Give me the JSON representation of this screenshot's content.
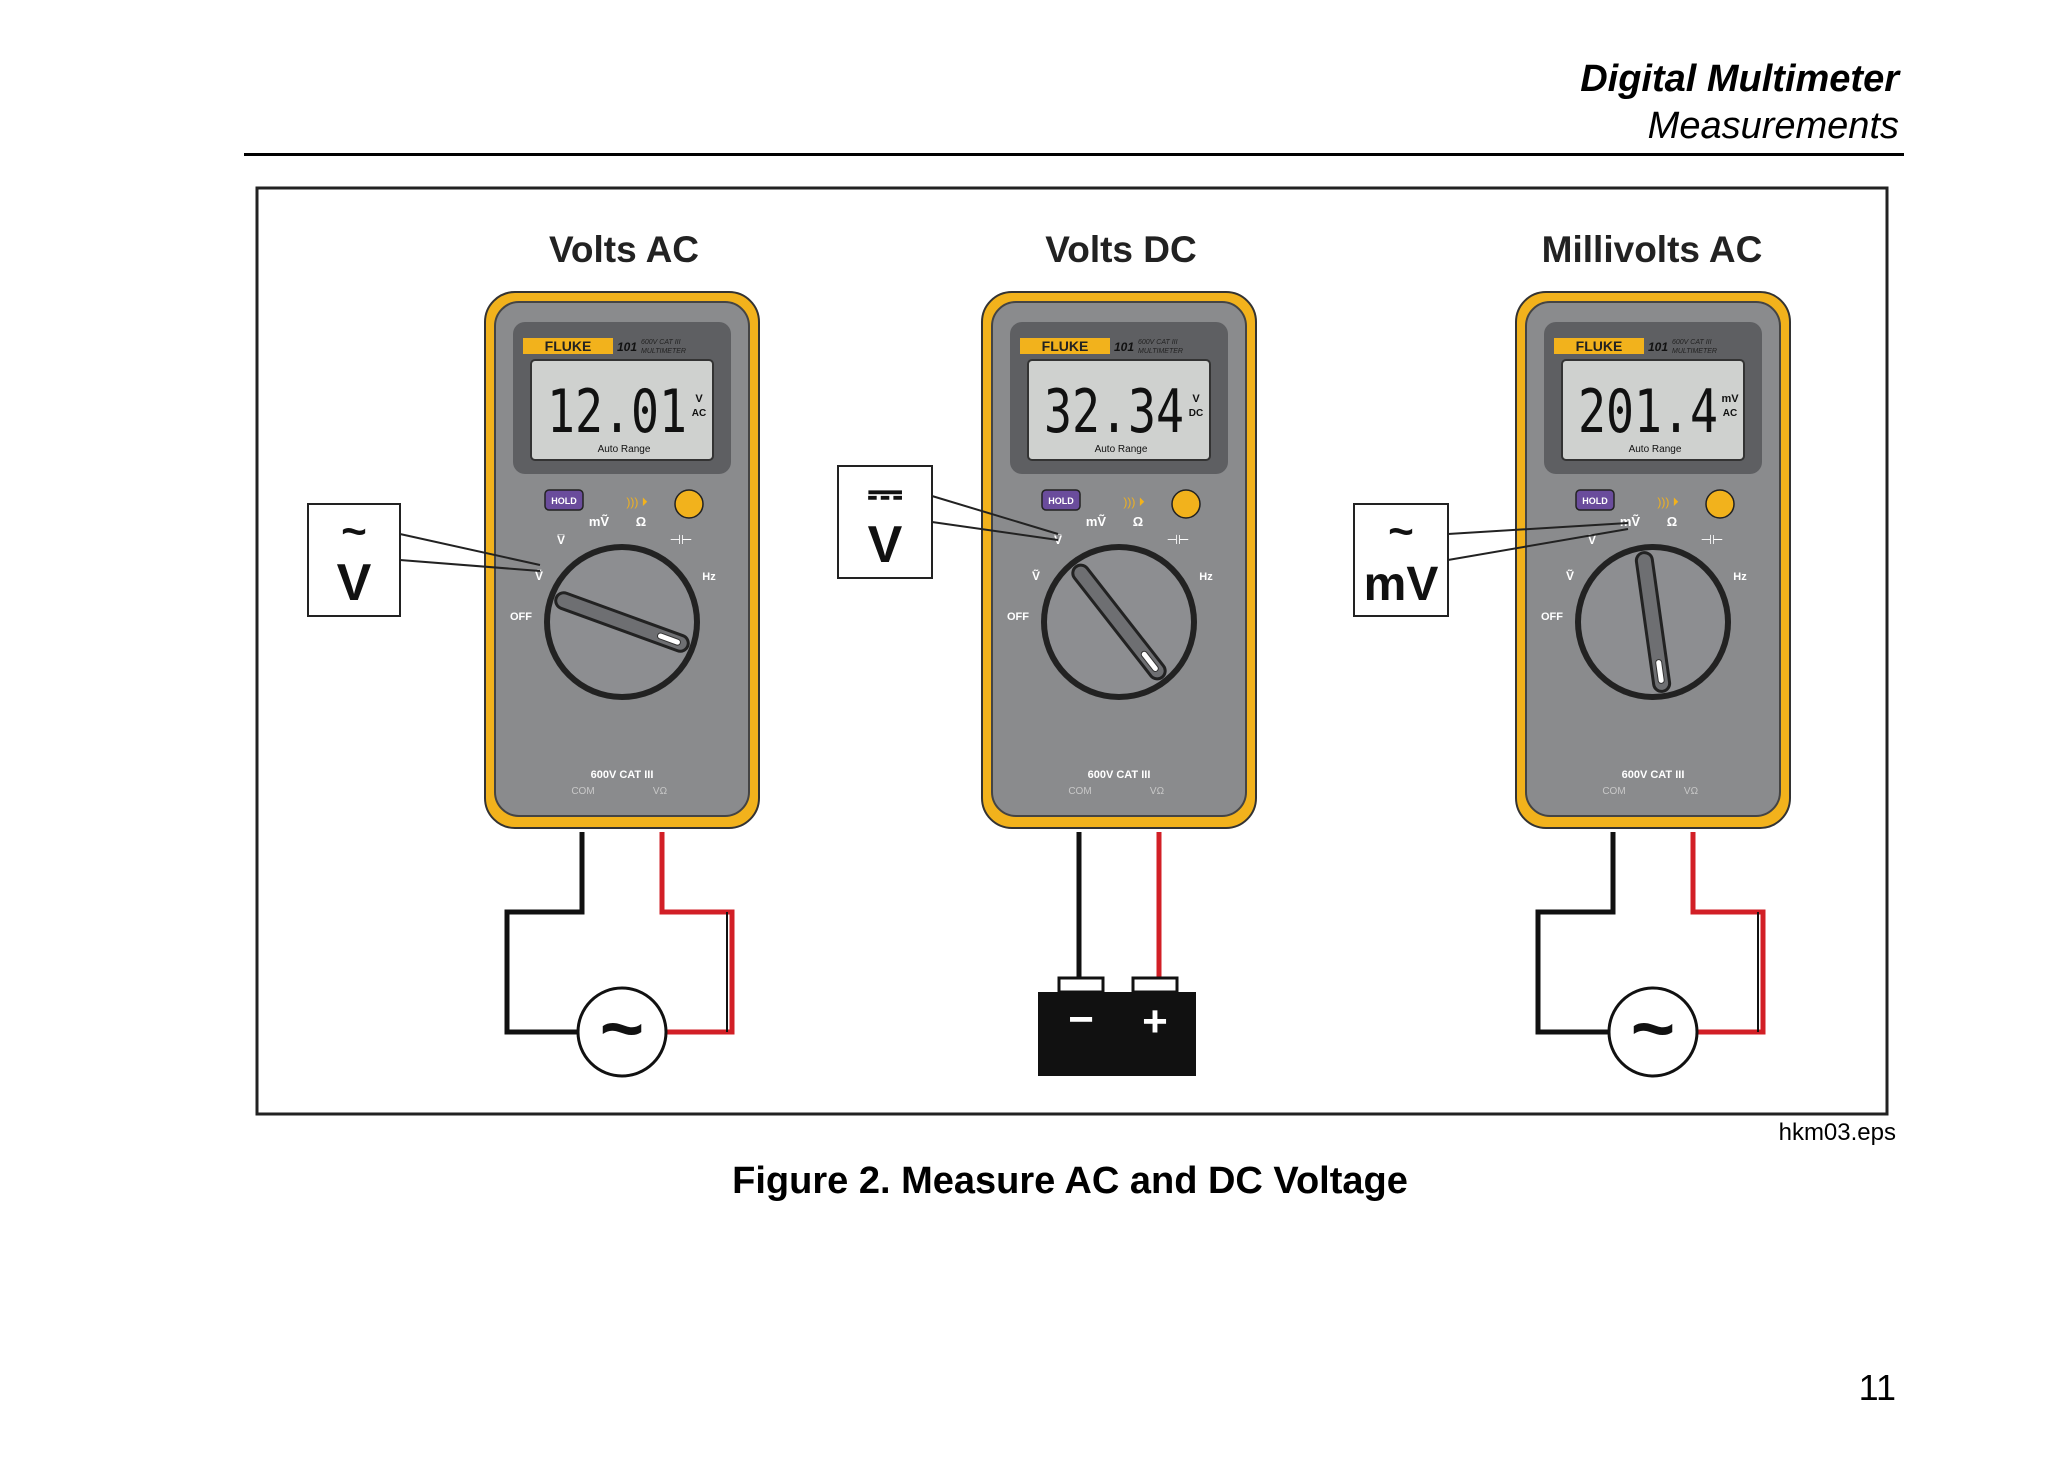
{
  "header": {
    "title": "Digital Multimeter",
    "subtitle": "Measurements"
  },
  "panels": [
    {
      "title": "Volts AC",
      "brand": "FLUKE",
      "model": "101",
      "rating": "600V CAT III",
      "type_label": "MULTIMETER",
      "reading": "12.01",
      "unit_top": "V",
      "unit_bottom": "AC",
      "range_label": "Auto Range",
      "hold_label": "HOLD",
      "off_label": "OFF",
      "hz_label": "Hz",
      "mode_ac_v": "Ṽ",
      "mode_dc_v": "V̅",
      "mode_mv": "mṼ",
      "mode_ohm": "Ω",
      "jack_rating": "600V CAT III",
      "jack_com": "COM",
      "jack_v": "VΩ",
      "callout_symbol": "~",
      "callout_text": "V",
      "source": "ac",
      "source_symbol": "~"
    },
    {
      "title": "Volts DC",
      "brand": "FLUKE",
      "model": "101",
      "rating": "600V CAT III",
      "type_label": "MULTIMETER",
      "reading": "32.34",
      "unit_top": "V",
      "unit_bottom": "DC",
      "range_label": "Auto Range",
      "hold_label": "HOLD",
      "off_label": "OFF",
      "hz_label": "Hz",
      "mode_ac_v": "Ṽ",
      "mode_dc_v": "V̅",
      "mode_mv": "mṼ",
      "mode_ohm": "Ω",
      "jack_rating": "600V CAT III",
      "jack_com": "COM",
      "jack_v": "VΩ",
      "callout_symbol": "⎓",
      "callout_text": "V",
      "source": "battery",
      "source_minus": "−",
      "source_plus": "+"
    },
    {
      "title": "Millivolts AC",
      "brand": "FLUKE",
      "model": "101",
      "rating": "600V CAT III",
      "type_label": "MULTIMETER",
      "reading": "201.4",
      "unit_top": "mV",
      "unit_bottom": "AC",
      "range_label": "Auto Range",
      "hold_label": "HOLD",
      "off_label": "OFF",
      "hz_label": "Hz",
      "mode_ac_v": "Ṽ",
      "mode_dc_v": "V̅",
      "mode_mv": "mṼ",
      "mode_ohm": "Ω",
      "jack_rating": "600V CAT III",
      "jack_com": "COM",
      "jack_v": "VΩ",
      "callout_symbol": "~",
      "callout_text": "mV",
      "source": "ac",
      "source_symbol": "~"
    }
  ],
  "figure_file": "hkm03.eps",
  "caption": "Figure 2. Measure AC and DC Voltage",
  "page_number": "11",
  "colors": {
    "meter_body": "#8a8b8d",
    "holster": "#f2b21c",
    "lcd": "#cfd1cf",
    "hold_button": "#6a4c9c",
    "lead_red": "#d21f26",
    "lead_black": "#111111"
  }
}
